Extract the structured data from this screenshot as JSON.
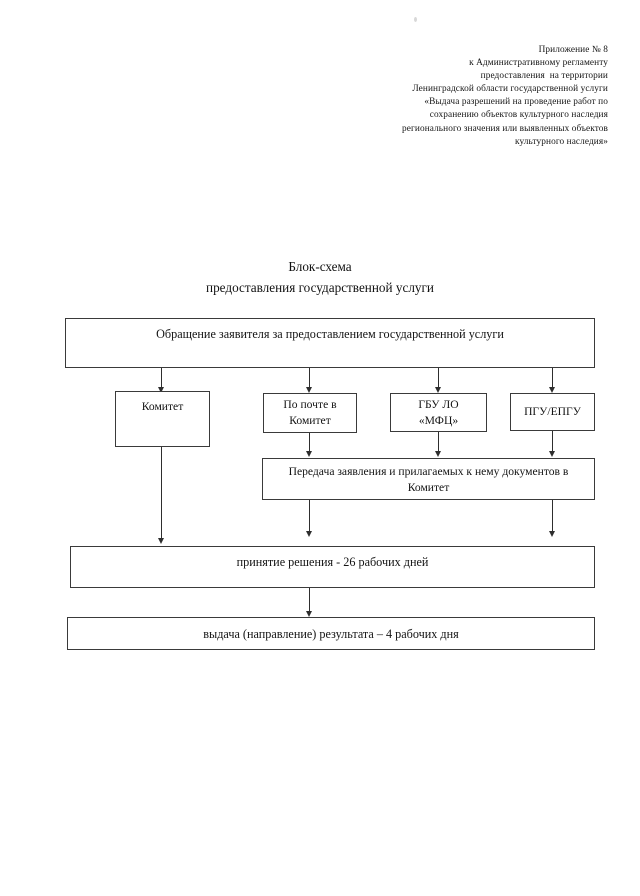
{
  "document": {
    "header_lines": [
      "Приложение № 8",
      "к Административному регламенту",
      "предоставления  на территории",
      "Ленинградской области государственной услуги",
      "«Выдача разрешений на проведение работ по",
      "сохранению объектов культурного наследия",
      "регионального значения или выявленных объектов",
      "культурного наследия»"
    ],
    "title_lines": [
      "Блок-схема",
      "предоставления государственной услуги"
    ]
  },
  "flowchart": {
    "nodes": {
      "application": "Обращение заявителя за предоставлением государственной услуги",
      "committee": "Комитет",
      "by_mail": "По почте в\nКомитет",
      "mfc": "ГБУ ЛО\n«МФЦ»",
      "pgu": "ПГУ/ЕПГУ",
      "transfer": "Передача заявления и прилагаемых к нему документов в\nКомитет",
      "decision": "принятие  решения - 26 рабочих дней",
      "result": "выдача (направление) результата – 4 рабочих дня"
    },
    "colors": {
      "border": "#3a3a3a",
      "connector": "#2e2e2e",
      "text": "#141414",
      "background": "#ffffff"
    }
  }
}
